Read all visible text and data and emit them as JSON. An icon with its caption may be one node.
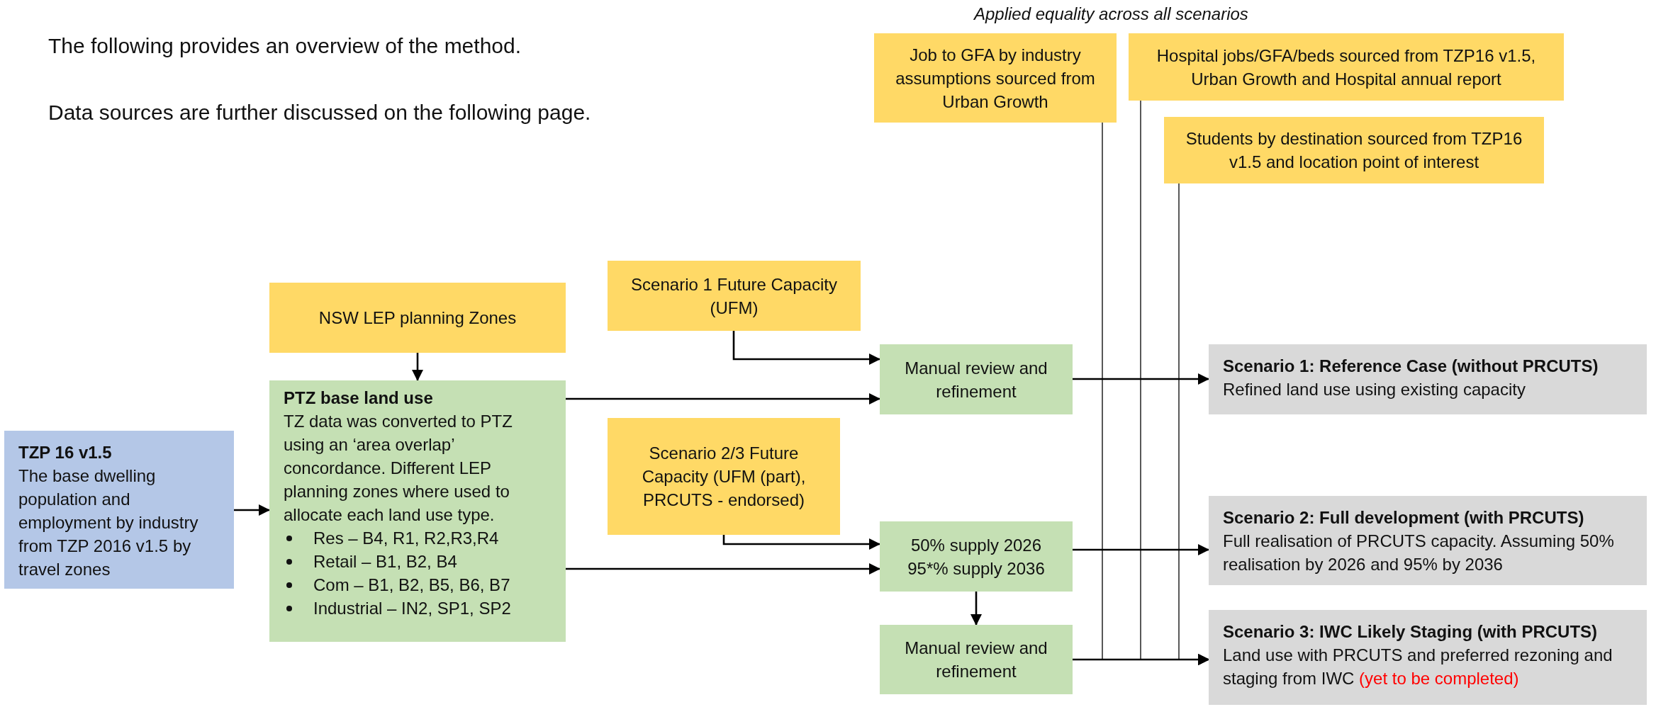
{
  "diagram": {
    "nodes": [
      {
        "text": [
          "Job to GFA by industry assumptions sourced from Urban Growth"
        ]
      },
      {
        "text": [
          "Hospital jobs/GFA/beds sourced from TZP16 v1.5, Urban Growth and Hospital annual report"
        ]
      },
      {
        "text": [
          "Students by destination sourced from TZP16 v1.5 and location point of interest"
        ]
      },
      {
        "text": [
          "Scenario 1 Future Capacity (UFM)"
        ]
      },
      {
        "text": [
          "NSW LEP planning Zones"
        ]
      },
      {
        "text": [
          "PTZ base land use",
          "TZ data was converted to PTZ using an ‘area overlap’ concordance.  Different LEP planning zones where used to allocate each land use type.",
          "Res – B4, R1, R2,R3,R4",
          "Retail – B1, B2, B4",
          "Com – B1, B2, B5, B6, B7",
          "Industrial – IN2, SP1, SP2"
        ]
      },
      {
        "text": [
          "TZP 16 v1.5",
          "The base dwelling population and employment by industry from TZP 2016 v1.5 by travel zones"
        ]
      },
      {
        "text": [
          "Manual review and refinement"
        ]
      },
      {
        "text": [
          "Scenario 2/3 Future Capacity (UFM (part), PRCUTS - endorsed)"
        ]
      },
      {
        "text": [
          "50% supply 2026",
          "95*% supply 2036"
        ]
      },
      {
        "text": [
          "Manual review and refinement"
        ]
      },
      {
        "text": [
          "Scenario 1: Reference Case (without PRCUTS)",
          "Refined land use using existing capacity"
        ]
      },
      {
        "text": [
          "Scenario 2: Full development (with PRCUTS)",
          "Full realisation of PRCUTS capacity.  Assuming 50% realisation by 2026 and 95% by 2036"
        ]
      },
      {
        "text": [
          "Scenario 3: IWC Likely Staging (with PRCUTS)",
          "Land use with PRCUTS and preferred rezoning and staging from IWC",
          "(yet to be completed)"
        ]
      }
    ],
    "edges": [
      {
        "from": 4,
        "to": 5,
        "arrow": "to"
      },
      {
        "from": 6,
        "to": 5,
        "arrow": "to"
      },
      {
        "from": 3,
        "to": 7,
        "arrow": "to"
      },
      {
        "from": 5,
        "to": 7,
        "arrow": "to"
      },
      {
        "from": 7,
        "to": 11,
        "arrow": "to"
      },
      {
        "from": 8,
        "to": 9,
        "arrow": "to"
      },
      {
        "from": 5,
        "to": 9,
        "arrow": "to"
      },
      {
        "from": 9,
        "to": 10,
        "arrow": "to"
      },
      {
        "from": 9,
        "to": 12,
        "arrow": "to"
      },
      {
        "from": 10,
        "to": 13,
        "arrow": "to"
      },
      {
        "from": 0,
        "to": 13,
        "arrow": "to"
      },
      {
        "from": 1,
        "to": 13,
        "arrow": "to"
      },
      {
        "from": 2,
        "to": 13,
        "arrow": "to"
      }
    ],
    "labels": [
      "Applied equality across all scenarios",
      "The following provides an overview of the method.",
      "Data sources are further discussed on the following page."
    ]
  }
}
